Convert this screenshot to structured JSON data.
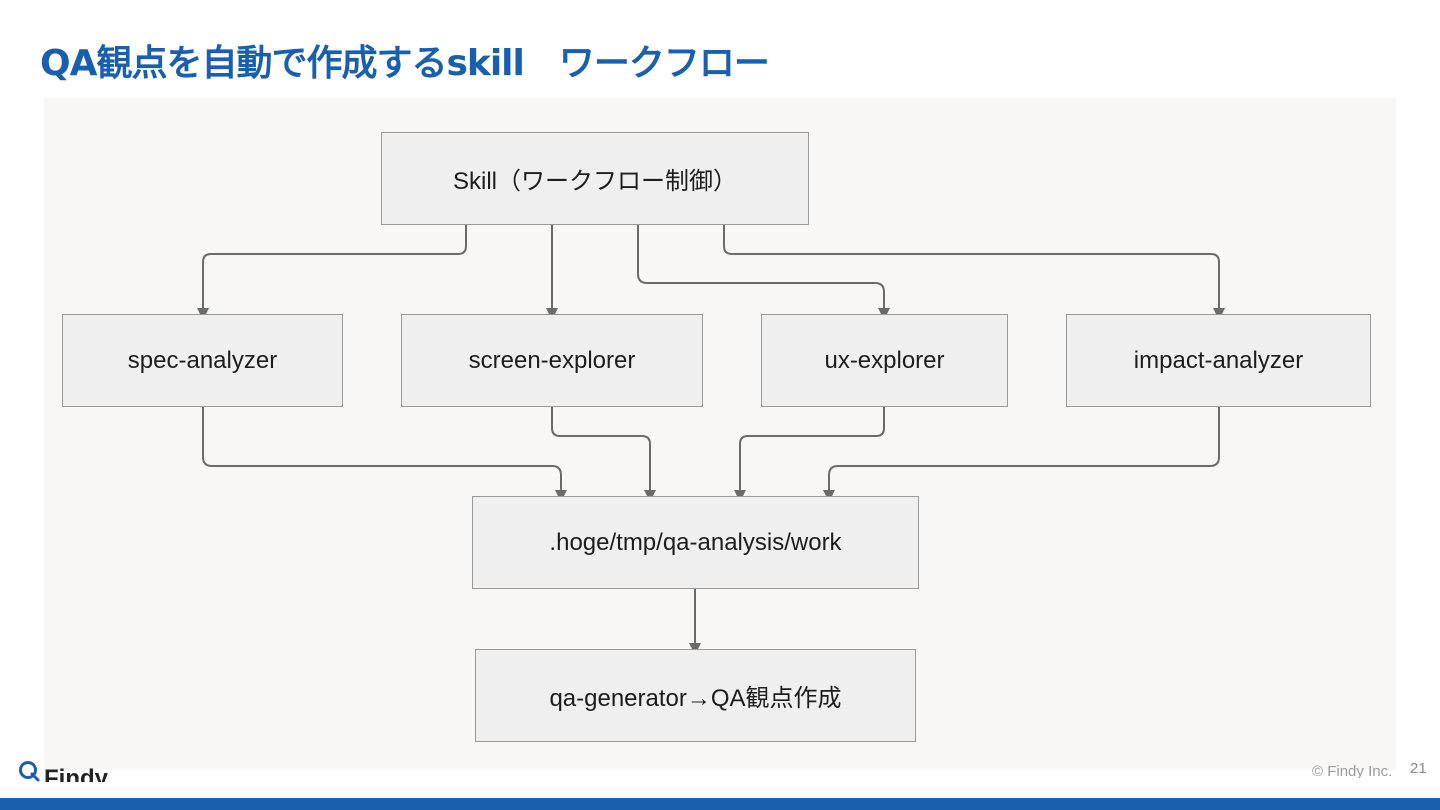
{
  "slide": {
    "title": "QA観点を自動で作成するskill　ワークフロー",
    "page_number": "21",
    "copyright": "© Findy Inc.",
    "logo_text": "Findy",
    "brand_color": "#1a5fae"
  },
  "diagram": {
    "nodes": [
      {
        "id": "skill",
        "label": "Skill（ワークフロー制御）"
      },
      {
        "id": "spec",
        "label": "spec-analyzer"
      },
      {
        "id": "screen",
        "label": "screen-explorer"
      },
      {
        "id": "ux",
        "label": "ux-explorer"
      },
      {
        "id": "impact",
        "label": "impact-analyzer"
      },
      {
        "id": "work",
        "label": ".hoge/tmp/qa-analysis/work"
      },
      {
        "id": "gen",
        "label": "qa-generator→QA観点作成"
      }
    ],
    "edges": [
      {
        "from": "skill",
        "to": "spec"
      },
      {
        "from": "skill",
        "to": "screen"
      },
      {
        "from": "skill",
        "to": "ux"
      },
      {
        "from": "skill",
        "to": "impact"
      },
      {
        "from": "spec",
        "to": "work"
      },
      {
        "from": "screen",
        "to": "work"
      },
      {
        "from": "ux",
        "to": "work"
      },
      {
        "from": "impact",
        "to": "work"
      },
      {
        "from": "work",
        "to": "gen"
      }
    ]
  }
}
